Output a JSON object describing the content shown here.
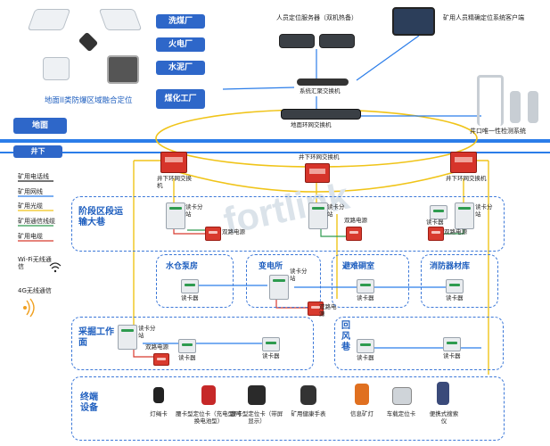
{
  "watermark": "fortlink",
  "surface": {
    "left_caption": "地面II类防爆区域融合定位",
    "ground_label": "地面",
    "factories": [
      "洗煤厂",
      "火电厂",
      "水泥厂",
      "煤化工厂"
    ],
    "server_label": "人员定位服务器（双机热备）",
    "client_label": "矿用人员精确定位系统客户端",
    "agg_switch_label": "系统汇聚交换机",
    "ring_switch_label": "地面环网交换机",
    "detector_label": "井口唯一性检测系统"
  },
  "underground": {
    "label": "井下",
    "ring_switch_label": "井下环网交换机",
    "legend": [
      {
        "label": "矿用电话线",
        "color": "#222222"
      },
      {
        "label": "矿用网线",
        "color": "#2b7de9"
      },
      {
        "label": "矿用光缆",
        "color": "#f0c419"
      },
      {
        "label": "矿用通信线缆",
        "color": "#2e9b4f"
      },
      {
        "label": "矿用电缆",
        "color": "#d83a2e"
      },
      {
        "label": "Wi-Fi无线通信",
        "color": "#222222"
      },
      {
        "label": "4G无线通信",
        "color": "#f0a020"
      }
    ],
    "zones": {
      "transport": "阶段区段运输大巷",
      "water": "水仓泵房",
      "substation": "变电所",
      "refuge": "避难硐室",
      "fire": "消防器材库",
      "mining": "采掘工作面",
      "return_air": "回风巷",
      "terminal": "终端设备"
    },
    "sub_station": "读卡分站",
    "reader": "读卡器",
    "dual_power": "双路电源",
    "terminals": [
      "灯绳卡",
      "腰卡型定位卡（充电型/可换电池型）",
      "腰卡型定位卡（带屏显示）",
      "矿用健康手表",
      "信息矿灯",
      "车载定位卡",
      "便携式搜索仪"
    ]
  }
}
